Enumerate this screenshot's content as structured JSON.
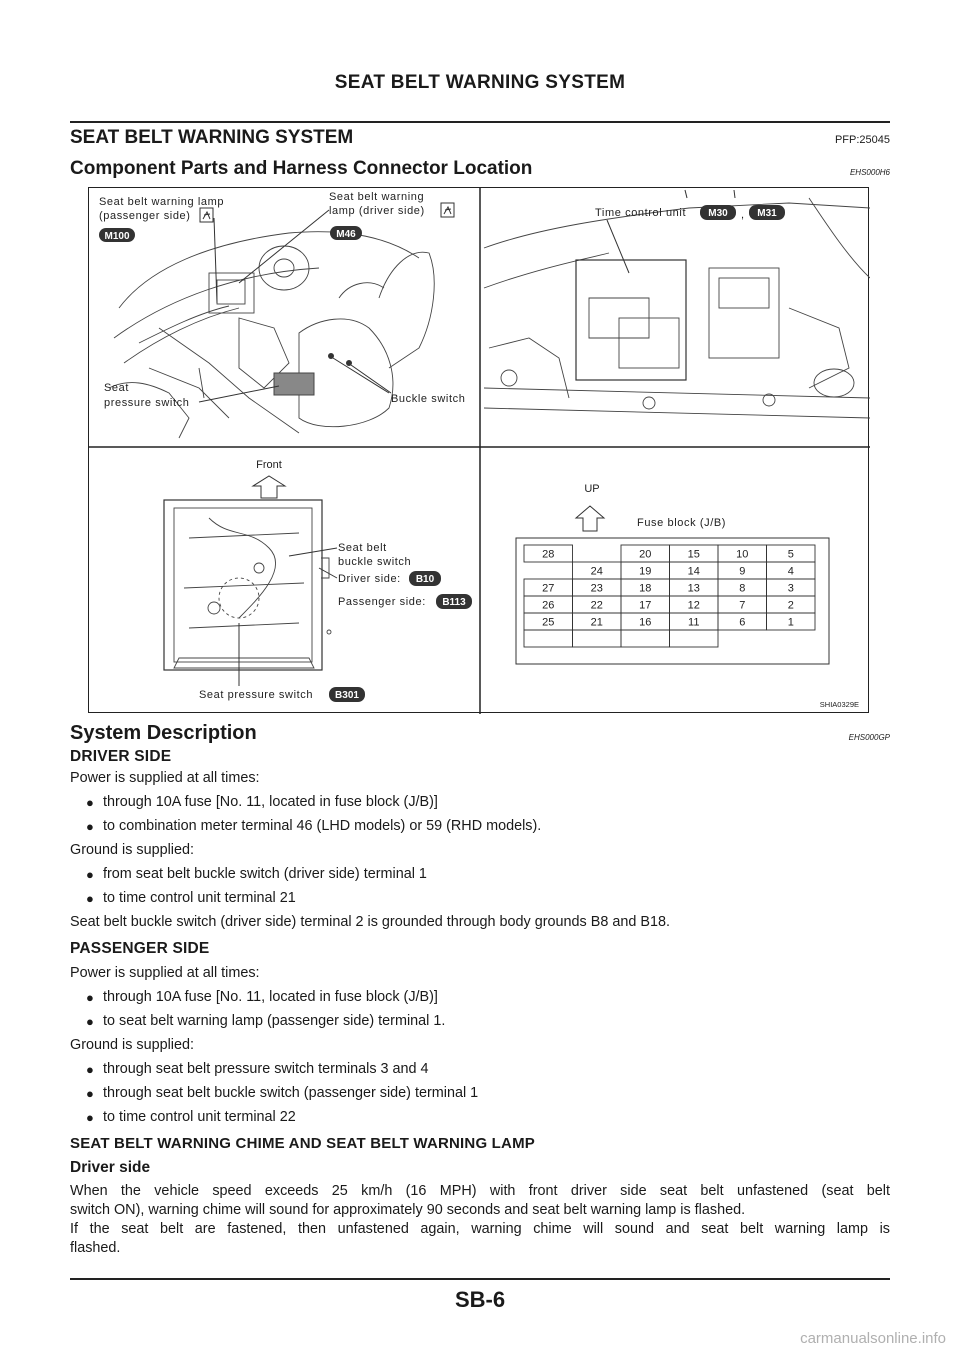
{
  "header": {
    "title": "SEAT BELT WARNING SYSTEM"
  },
  "section": {
    "title": "SEAT BELT WARNING SYSTEM",
    "pfp": "PFP:25045"
  },
  "component": {
    "title": "Component Parts and Harness Connector Location",
    "code": "EHS000H6"
  },
  "figure": {
    "id": "SHIA0329E",
    "labels": {
      "lamp_pass_1": "Seat belt warning lamp",
      "lamp_pass_2": "(passenger side)",
      "lamp_drv_1": "Seat belt warning",
      "lamp_drv_2": "lamp (driver side)",
      "seat_press_1": "Seat",
      "seat_press_2": "pressure switch",
      "buckle": "Buckle switch",
      "tcu": "Time control unit",
      "comma": ",",
      "front": "Front",
      "up": "UP",
      "fuse_block": "Fuse block (J/B)",
      "sbbs_1": "Seat belt",
      "sbbs_2": "buckle switch",
      "driver_side": "Driver side:",
      "passenger_side": "Passenger side:",
      "seat_pressure_switch": "Seat pressure switch"
    },
    "connectors": {
      "m100": "M100",
      "m46": "M46",
      "m30": "M30",
      "m31": "M31",
      "b10": "B10",
      "b113": "B113",
      "b301": "B301"
    },
    "fuse_rows": [
      [
        "28",
        "",
        "20",
        "15",
        "10",
        "5"
      ],
      [
        "",
        "24",
        "19",
        "14",
        "9",
        "4"
      ],
      [
        "27",
        "23",
        "18",
        "13",
        "8",
        "3"
      ],
      [
        "26",
        "22",
        "17",
        "12",
        "7",
        "2"
      ],
      [
        "25",
        "21",
        "16",
        "11",
        "6",
        "1"
      ]
    ]
  },
  "system": {
    "title": "System Description",
    "code": "EHS000GP",
    "driver": {
      "heading": "DRIVER SIDE",
      "power": "Power is supplied at all times:",
      "power_items": [
        "through 10A fuse [No. 11, located in fuse block (J/B)]",
        "to combination meter terminal 46 (LHD models) or 59 (RHD models)."
      ],
      "ground": "Ground is supplied:",
      "ground_items": [
        "from seat belt buckle switch (driver side) terminal 1",
        "to time control unit terminal 21"
      ],
      "note": "Seat belt buckle switch (driver side) terminal 2 is grounded through body grounds B8 and B18."
    },
    "passenger": {
      "heading": "PASSENGER SIDE",
      "power": "Power is supplied at all times:",
      "power_items": [
        "through 10A fuse [No. 11, located in fuse block (J/B)]",
        "to seat belt warning lamp (passenger side) terminal 1."
      ],
      "ground": "Ground is supplied:",
      "ground_items": [
        "through seat belt pressure switch terminals 3 and 4",
        "through seat belt buckle switch (passenger side) terminal 1",
        "to time control unit terminal 22"
      ]
    },
    "chime": {
      "heading": "SEAT BELT WARNING CHIME AND SEAT BELT WARNING LAMP",
      "driver_heading": "Driver side",
      "para1_line1": "When the vehicle speed exceeds 25 km/h (16 MPH) with front driver side seat belt unfastened (seat belt",
      "para1_line2": "switch ON), warning chime will sound for approximately 90 seconds and seat belt warning lamp is flashed.",
      "para2_line1": "If the seat belt are fastened, then unfastened again, warning chime will sound and seat belt warning lamp is",
      "para2_line2": "flashed."
    }
  },
  "footer": {
    "page": "SB-6"
  },
  "watermark": {
    "text": "carmanualsonline.info"
  }
}
